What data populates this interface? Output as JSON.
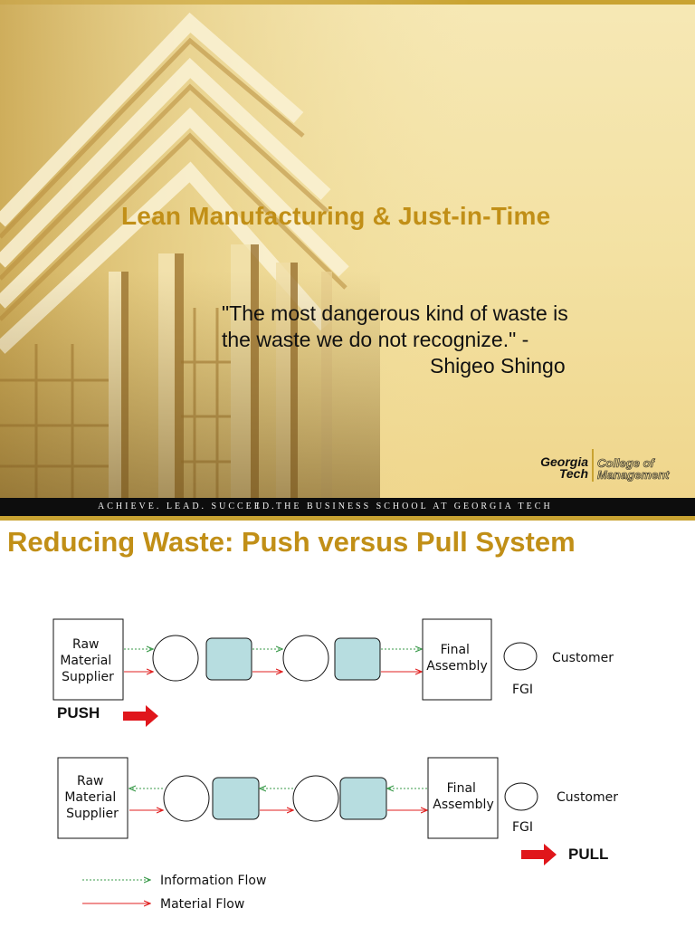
{
  "slide1": {
    "title": "Lean Manufacturing & Just-in-Time",
    "quote": {
      "line1": "\"The most dangerous kind of waste is",
      "line2": "the waste we do not recognize.\" -",
      "author": "Shigeo Shingo"
    },
    "logo": {
      "line1": "Georgia",
      "line2": "Tech",
      "college1": "College of",
      "college2": "Management"
    },
    "tagline": {
      "left": "ACHIEVE. LEAD. SUCCEED.",
      "separator": "I",
      "right": "THE BUSINESS SCHOOL AT GEORGIA TECH"
    },
    "colors": {
      "title": "#c18f17",
      "gold_bar": "#c9a332",
      "tagline_bg": "#0d0d0d"
    }
  },
  "slide2": {
    "title": "Reducing Waste: Push versus Pull System",
    "push": {
      "supplier": [
        "Raw",
        "Material",
        "Supplier"
      ],
      "assembly": [
        "Final",
        "Assembly"
      ],
      "customer": "Customer",
      "fgi": "FGI",
      "label": "PUSH"
    },
    "pull": {
      "supplier": [
        "Raw",
        "Material",
        "Supplier"
      ],
      "assembly": [
        "Final",
        "Assembly"
      ],
      "customer": "Customer",
      "fgi": "FGI",
      "label": "PULL"
    },
    "legend": {
      "information": "Information Flow",
      "material": "Material Flow"
    },
    "colors": {
      "buffer_fill": "#b7dde0",
      "material_arrow": "#e02020",
      "info_arrow": "#3a9a4a",
      "big_arrow": "#e0161b"
    }
  }
}
